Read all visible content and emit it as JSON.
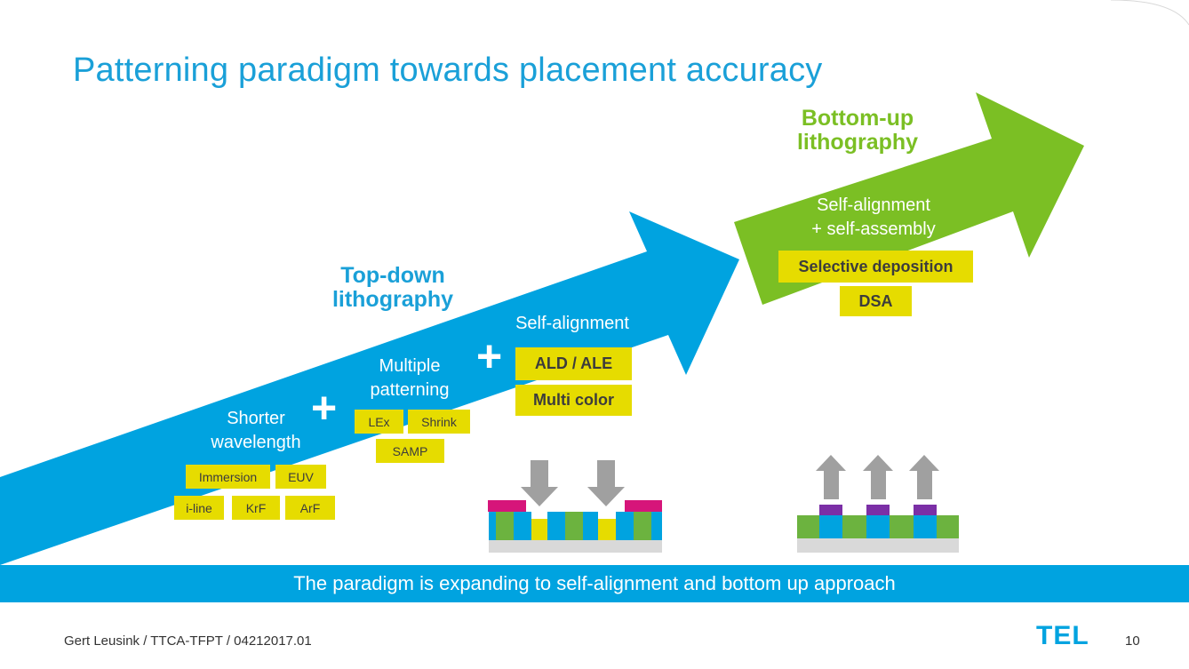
{
  "slide": {
    "title": "Patterning paradigm towards placement accuracy",
    "banner": "The paradigm is expanding to self-alignment and bottom up approach",
    "footer": "Gert Leusink / TTCA-TFPT / 04212017.01",
    "page_number": "10",
    "logo_text": "TEL"
  },
  "top_down": {
    "heading_line1": "Top-down",
    "heading_line2": "lithography",
    "color": "#00a3e0",
    "shorter_wavelength": {
      "line1": "Shorter",
      "line2": "wavelength",
      "tags": [
        "Immersion",
        "EUV",
        "i-line",
        "KrF",
        "ArF"
      ]
    },
    "plus_symbol": "+",
    "multiple_patterning": {
      "line1": "Multiple",
      "line2": "patterning",
      "tags": [
        "LEx",
        "Shrink",
        "SAMP"
      ]
    },
    "self_alignment": {
      "label": "Self-alignment",
      "tags": [
        "ALD / ALE",
        "Multi color"
      ]
    }
  },
  "bottom_up": {
    "heading_line1": "Bottom-up",
    "heading_line2": "lithography",
    "color": "#7bbf24",
    "label_line1": "Self-alignment",
    "label_line2": "+ self-assembly",
    "tags": [
      "Selective deposition",
      "DSA"
    ]
  },
  "colors": {
    "tag_yellow": "#e6dc00",
    "title_blue": "#1aa0d8",
    "magenta": "#d6157a",
    "purple": "#7b2fa6",
    "green": "#6cb33f",
    "gray_arrow": "#a0a0a0"
  }
}
